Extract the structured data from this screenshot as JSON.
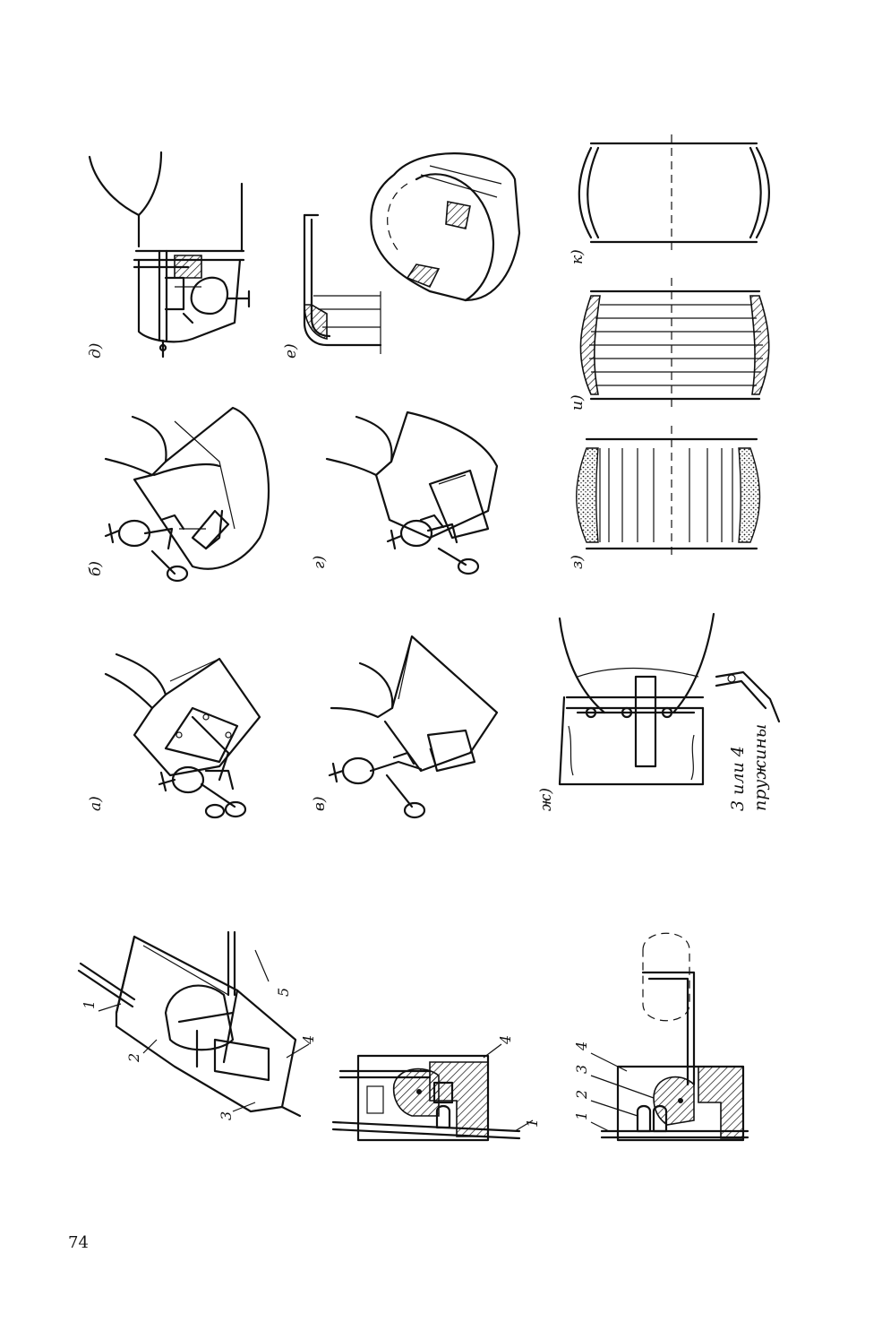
{
  "page": {
    "number": "74"
  },
  "figure_top": {
    "labels": {
      "a": "а)",
      "b": "б)",
      "v": "в)",
      "g": "г)",
      "d": "д)",
      "e": "е)",
      "zh": "ж)",
      "z": "з)",
      "i": "и)",
      "k": "к)"
    },
    "caption_line1": "3 или 4",
    "caption_line2": "пружины"
  },
  "figure_bottom": {
    "part_numbers": {
      "iso": [
        "1",
        "2",
        "3",
        "4",
        "5"
      ],
      "section_mid": [
        "4",
        "1"
      ],
      "section_right": [
        "4",
        "3",
        "2",
        "1"
      ]
    }
  }
}
